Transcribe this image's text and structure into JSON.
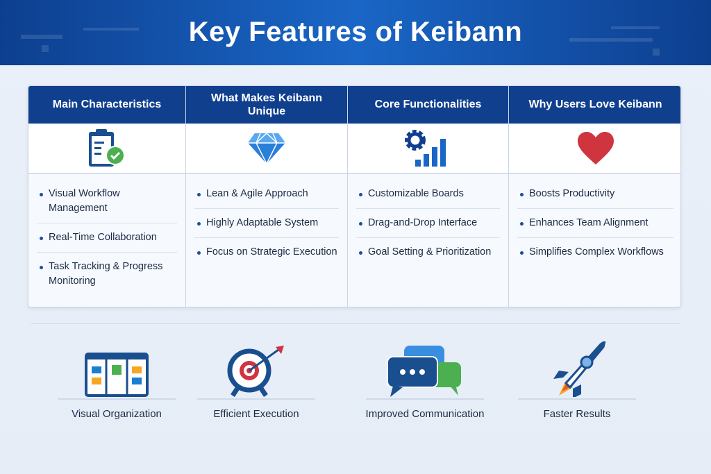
{
  "title": "Key Features of Keibann",
  "columns": [
    {
      "heading": "Main Characteristics",
      "icon": "clipboard-check-icon",
      "items": [
        "Visual Workflow Management",
        "Real-Time Collaboration",
        "Task Tracking & Progress Monitoring"
      ]
    },
    {
      "heading": "What Makes Keibann Unique",
      "icon": "diamond-icon",
      "items": [
        "Lean & Agile Approach",
        "Highly Adaptable System",
        "Focus on Strategic Execution"
      ]
    },
    {
      "heading": "Core Functionalities",
      "icon": "gear-chart-icon",
      "items": [
        "Customizable Boards",
        "Drag-and-Drop Interface",
        "Goal Setting & Prioritization"
      ]
    },
    {
      "heading": "Why Users Love Keibann",
      "icon": "heart-icon",
      "items": [
        "Boosts Productivity",
        "Enhances Team Alignment",
        "Simplifies Complex Workflows"
      ]
    }
  ],
  "benefits": [
    {
      "label": "Visual Organization",
      "icon": "kanban-board-icon"
    },
    {
      "label": "Efficient Execution",
      "icon": "target-arrow-icon"
    },
    {
      "label": "Improved Communication",
      "icon": "chat-bubbles-icon"
    },
    {
      "label": "Faster Results",
      "icon": "rocket-icon"
    }
  ],
  "colors": {
    "primary": "#103f8e",
    "accent": "#1a66c6",
    "heart": "#d0343f",
    "green": "#4caf50"
  }
}
